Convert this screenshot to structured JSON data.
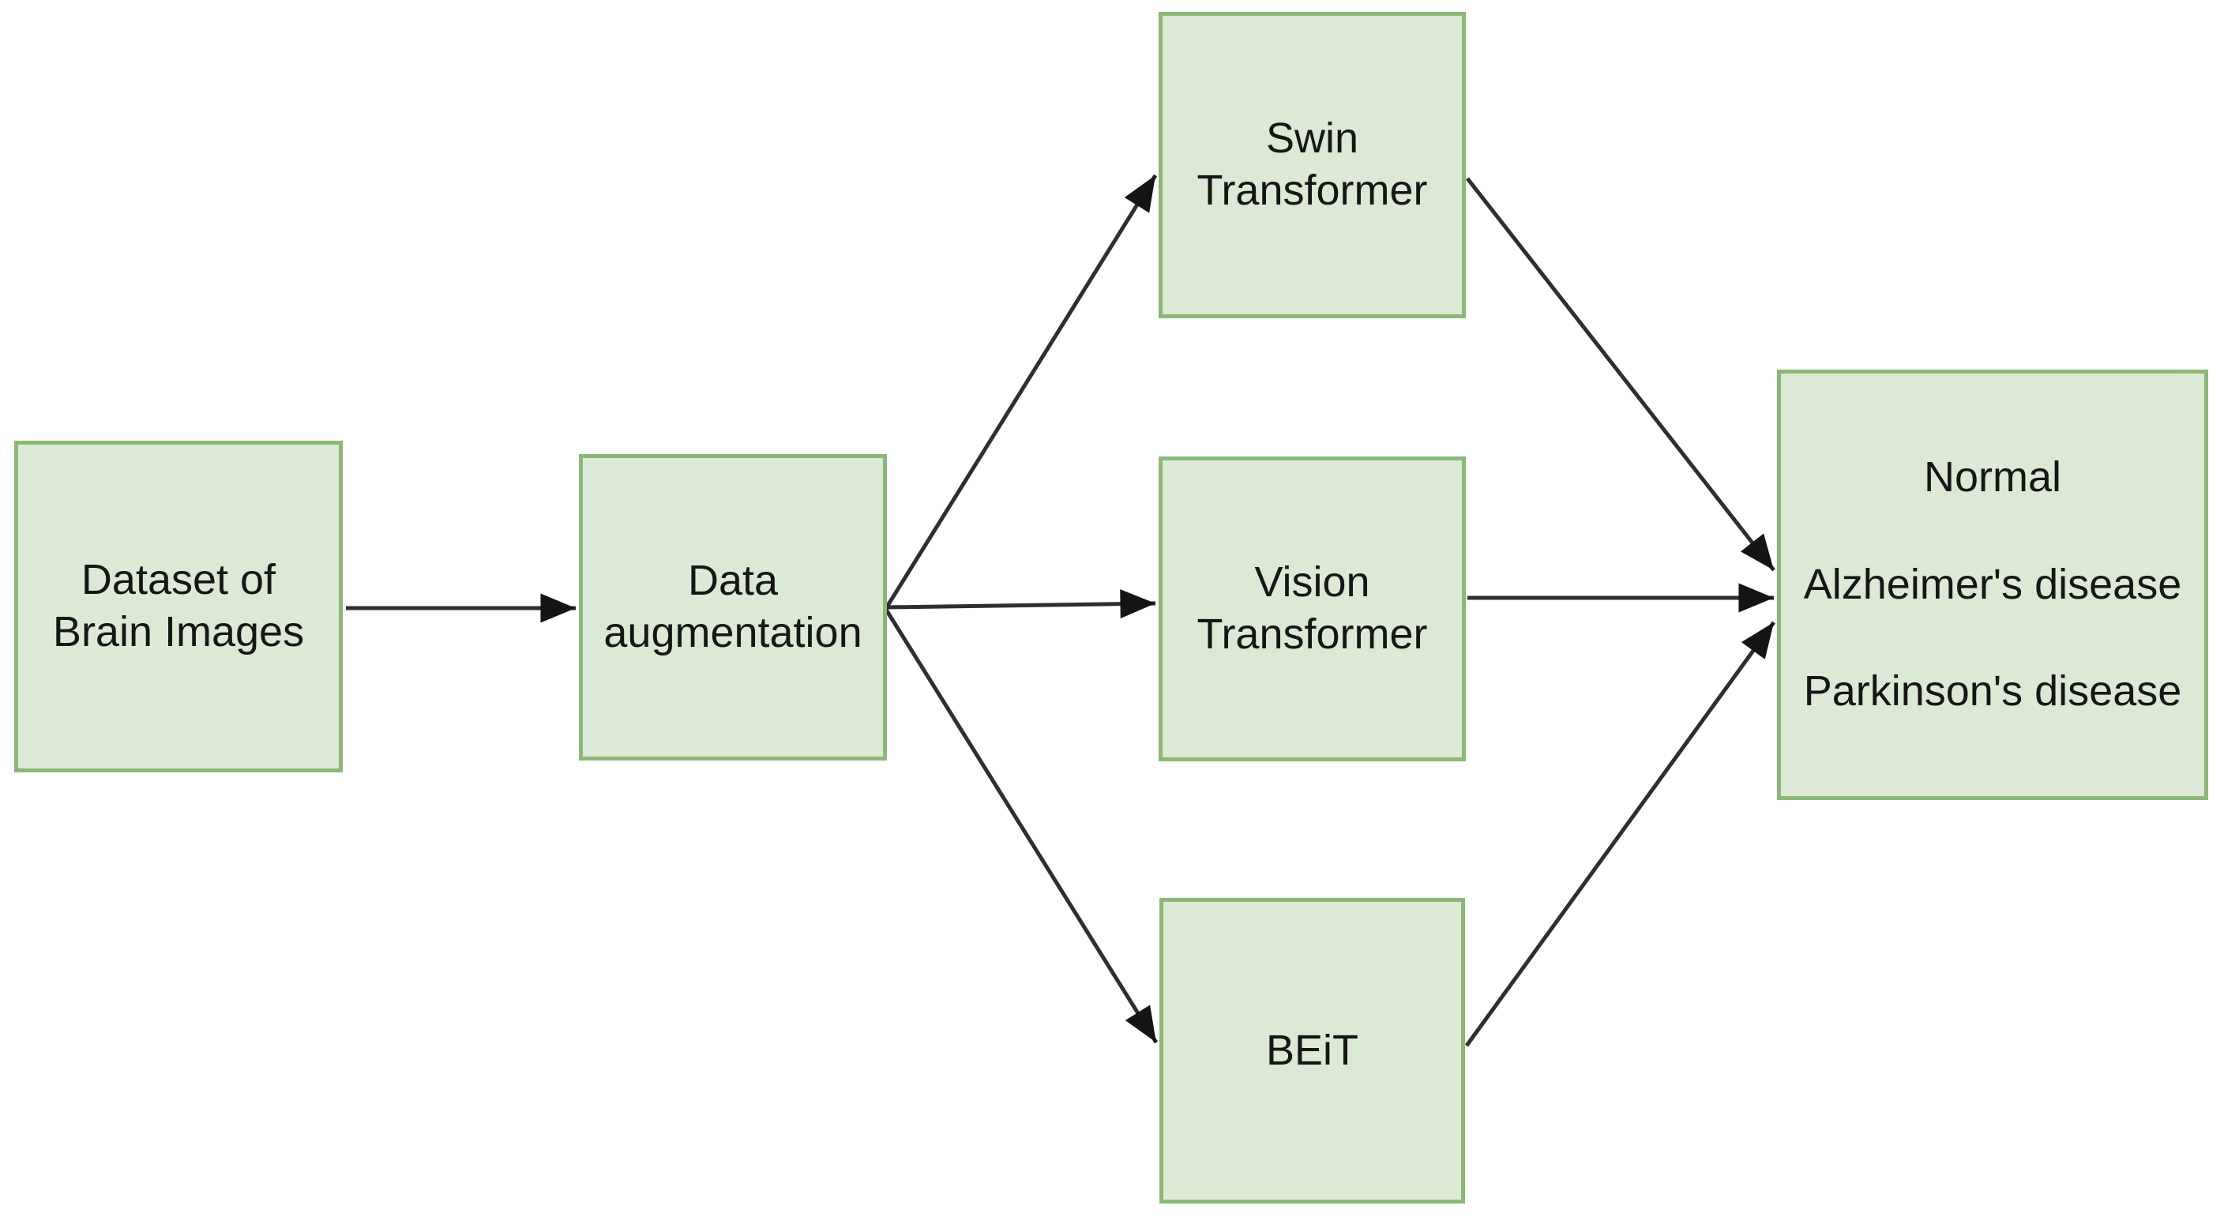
{
  "colors": {
    "node_fill": "#dbe9d5",
    "node_border": "#8cb877",
    "arrow": "#2e2e2e",
    "arrowhead": "#141414",
    "text": "#161616",
    "background": "#ffffff"
  },
  "nodes": [
    {
      "id": "dataset",
      "lines": [
        "Dataset of",
        "Brain Images"
      ]
    },
    {
      "id": "augmentation",
      "lines": [
        "Data",
        "augmentation"
      ]
    },
    {
      "id": "swin",
      "lines": [
        "Swin",
        "Transformer"
      ]
    },
    {
      "id": "vit",
      "lines": [
        "Vision",
        "Transformer"
      ]
    },
    {
      "id": "beit",
      "lines": [
        "BEiT"
      ]
    },
    {
      "id": "output",
      "lines": [
        "Normal",
        "Alzheimer's disease",
        "Parkinson's disease"
      ]
    }
  ],
  "edges": [
    {
      "from": "dataset",
      "to": "augmentation"
    },
    {
      "from": "augmentation",
      "to": "swin"
    },
    {
      "from": "augmentation",
      "to": "vit"
    },
    {
      "from": "augmentation",
      "to": "beit"
    },
    {
      "from": "swin",
      "to": "output"
    },
    {
      "from": "vit",
      "to": "output"
    },
    {
      "from": "beit",
      "to": "output"
    }
  ]
}
